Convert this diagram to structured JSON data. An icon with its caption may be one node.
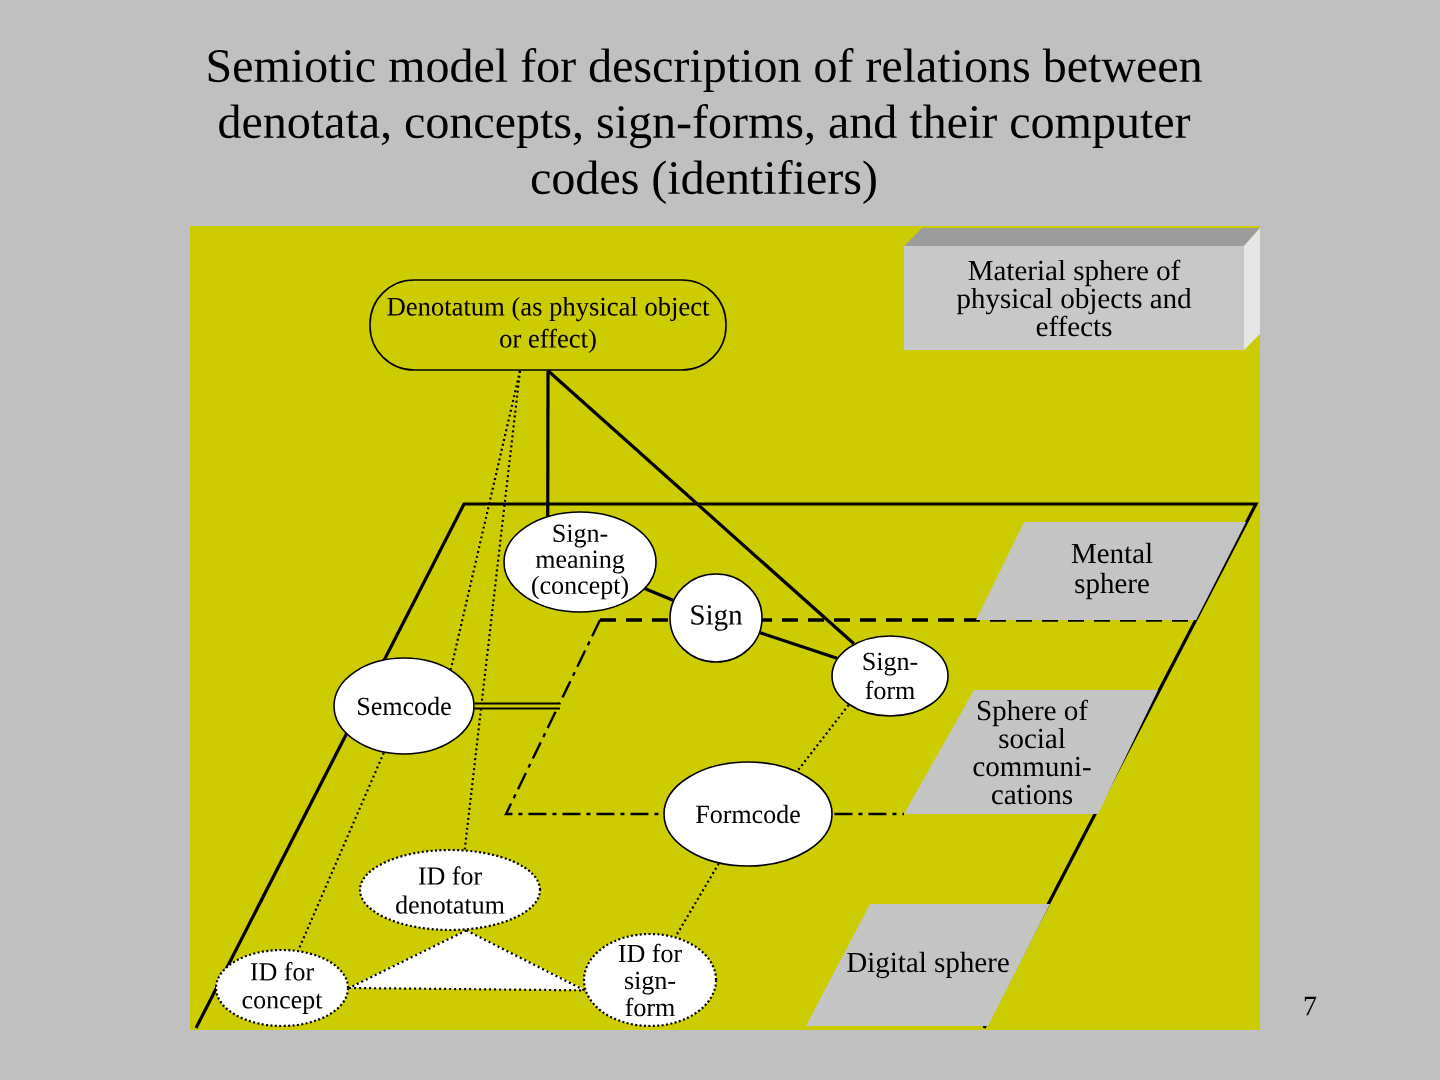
{
  "diagram": {
    "title": "Semiotic model for description of relations between denotata, concepts, sign-forms, and their computer codes (identifiers)",
    "nodes": [
      {
        "text": [
          "Denotatum (as physical object or effect)"
        ]
      },
      {
        "text": [
          "Material sphere of physical objects and effects"
        ]
      },
      {
        "text": [
          "Mental sphere"
        ]
      },
      {
        "text": [
          "Sign- meaning (concept)"
        ]
      },
      {
        "text": [
          "Sign"
        ]
      },
      {
        "text": [
          "Sign- form"
        ]
      },
      {
        "text": [
          "Semcode"
        ]
      },
      {
        "text": [
          "Sphere of social communi- cations"
        ]
      },
      {
        "text": [
          "Formcode"
        ]
      },
      {
        "text": [
          "ID for denotatum"
        ]
      },
      {
        "text": [
          "Digital sphere"
        ]
      },
      {
        "text": [
          "ID for concept"
        ]
      },
      {
        "text": [
          "ID for sign- form"
        ]
      }
    ],
    "edges": [
      {
        "from": 0,
        "to": 3,
        "arrow": "none"
      },
      {
        "from": 0,
        "to": 5,
        "arrow": "none"
      },
      {
        "from": 0,
        "to": 6,
        "arrow": "none",
        "style": "dashed"
      },
      {
        "from": 0,
        "to": 9,
        "arrow": "none",
        "style": "dashed"
      },
      {
        "from": 3,
        "to": 4,
        "arrow": "none"
      },
      {
        "from": 4,
        "to": 5,
        "arrow": "none"
      },
      {
        "from": 6,
        "to": null,
        "arrow": "none",
        "style": "thick"
      },
      {
        "from": 6,
        "to": 11,
        "arrow": "none",
        "style": "dashed"
      },
      {
        "from": 5,
        "to": 8,
        "arrow": "none",
        "style": "dashed"
      },
      {
        "from": 8,
        "to": 12,
        "arrow": "none",
        "style": "dashed"
      },
      {
        "from": 9,
        "to": 11,
        "arrow": "none",
        "style": "dashed"
      },
      {
        "from": 9,
        "to": 12,
        "arrow": "none",
        "style": "dashed"
      },
      {
        "from": 11,
        "to": 12,
        "arrow": "none",
        "style": "dashed"
      }
    ],
    "labels": [
      "7"
    ]
  }
}
